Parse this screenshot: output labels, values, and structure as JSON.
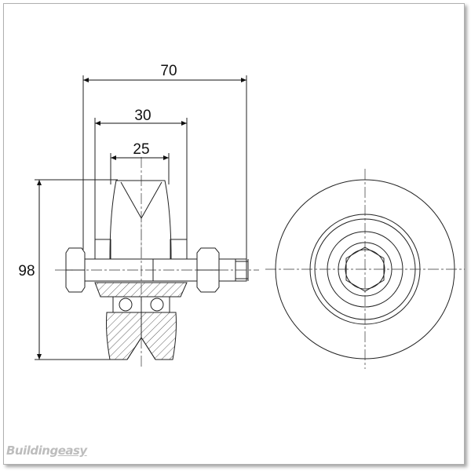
{
  "dimensions": {
    "overall_width": "70",
    "rim_width": "30",
    "groove_width": "25",
    "diameter": "98"
  },
  "brand": {
    "part1": "Building",
    "part2": "easy"
  }
}
